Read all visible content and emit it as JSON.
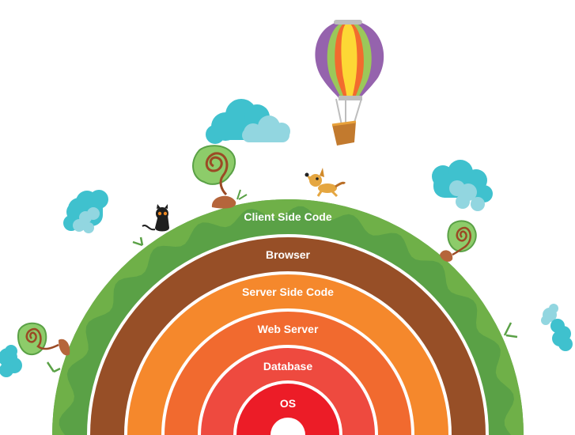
{
  "diagram": {
    "title": "Web Stack Layers",
    "layers": [
      {
        "label": "Client Side Code",
        "color": "#5aa146",
        "accent": "#6fb048"
      },
      {
        "label": "Browser",
        "color": "#974f27"
      },
      {
        "label": "Server Side Code",
        "color": "#f5882c"
      },
      {
        "label": "Web Server",
        "color": "#f16a2f"
      },
      {
        "label": "Database",
        "color": "#ee4a3f"
      },
      {
        "label": "OS",
        "color": "#ec1c27"
      }
    ],
    "colors": {
      "cloud_dark": "#3fc1ce",
      "cloud_light": "#92d6e0",
      "tree_leaf": "#8dcc6a",
      "tree_leaf_edge": "#5aa146",
      "trunk": "#9b4a25",
      "nut": "#b5653b",
      "balloon_purple": "#9563ad",
      "balloon_green": "#9bc85a",
      "balloon_orange": "#f26b2e",
      "balloon_yellow": "#fdd835",
      "basket": "#c27a2e",
      "dog": "#e5a640",
      "cat": "#1e1e1e"
    }
  }
}
